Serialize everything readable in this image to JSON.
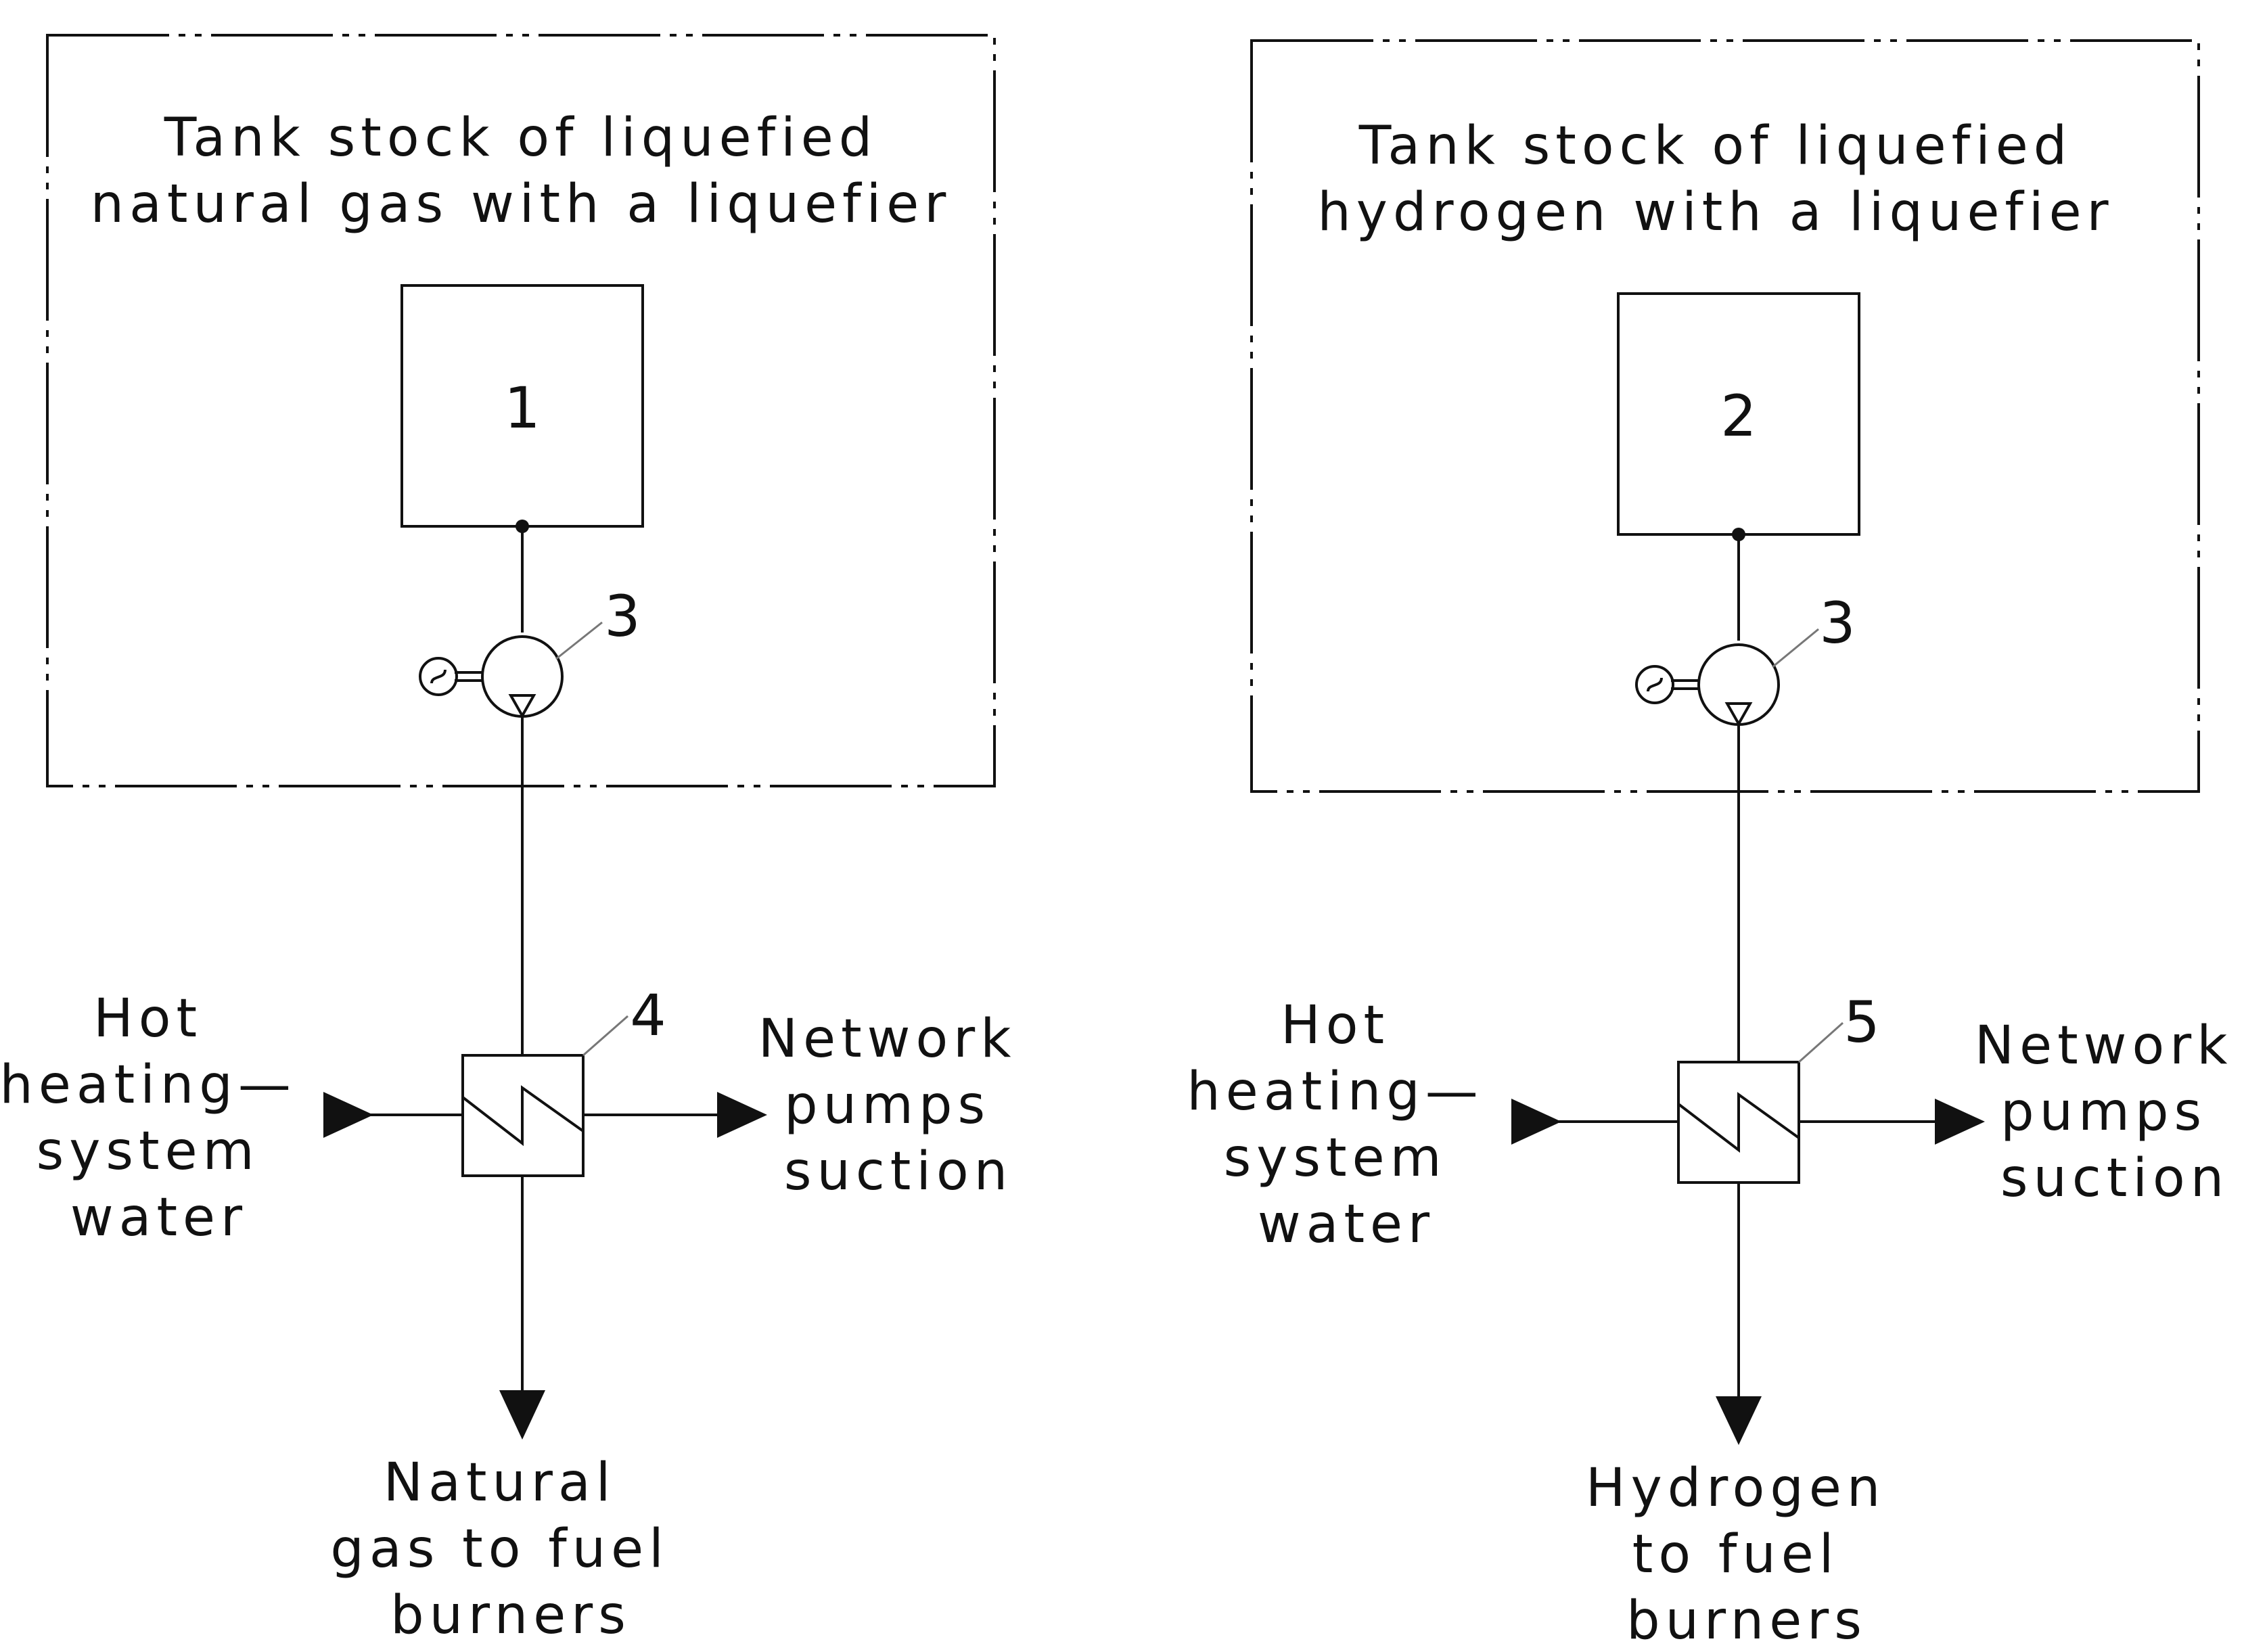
{
  "left_scheme": {
    "frame_title_line1": "Tank stock of liquefied",
    "frame_title_line2": "natural gas with a liquefier",
    "tank_number": "1",
    "pump_number": "3",
    "heat_exchanger_number": "4",
    "inlet_label": [
      "Hot",
      "heating—",
      "system",
      "water"
    ],
    "outlet_label": [
      "Network",
      "pumps",
      "suction"
    ],
    "product_label": [
      "Natural",
      "gas to fuel",
      "burners"
    ]
  },
  "right_scheme": {
    "frame_title_line1": "Tank stock of liquefied",
    "frame_title_line2": "hydrogen with a liquefier",
    "tank_number": "2",
    "pump_number": "3",
    "heat_exchanger_number": "5",
    "inlet_label": [
      "Hot",
      "heating—",
      "system",
      "water"
    ],
    "outlet_label": [
      "Network",
      "pumps",
      "suction"
    ],
    "product_label": [
      "Hydrogen",
      "to fuel",
      "burners"
    ]
  },
  "colors": {
    "line": "#111111",
    "leader": "#777777",
    "background": "#ffffff"
  }
}
